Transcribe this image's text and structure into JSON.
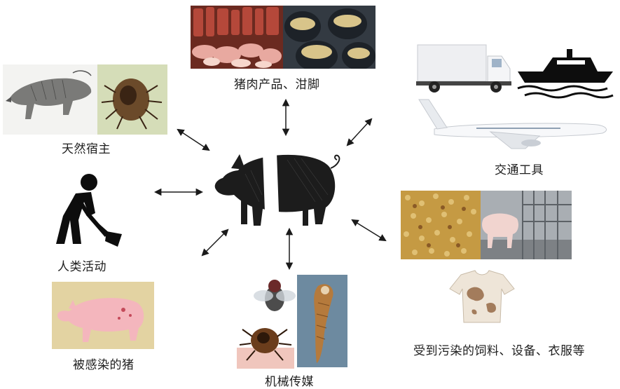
{
  "center": {
    "icon": "pig-icon"
  },
  "nodes": {
    "pork": {
      "label": "猪肉产品、泔脚",
      "icons": [
        "raw-meat-icon",
        "swill-pots-icon"
      ]
    },
    "wild": {
      "label": "天然宿主",
      "icons": [
        "wild-boar-icon",
        "tick-icon"
      ]
    },
    "transport": {
      "label": "交通工具",
      "icons": [
        "truck-icon",
        "boat-icon",
        "airplane-icon"
      ]
    },
    "human": {
      "label": "人类活动",
      "icons": [
        "person-shoveling-icon"
      ]
    },
    "feed": {
      "label": "受到污染的饲料、设备、衣服等",
      "icons": [
        "feed-grain-icon",
        "pig-pen-icon",
        "dirty-shirt-icon"
      ]
    },
    "infected": {
      "label": "被感染的猪",
      "icons": [
        "infected-pig-icon"
      ]
    },
    "vector": {
      "label": "机械传媒",
      "icons": [
        "fly-icon",
        "tick-icon",
        "leech-icon"
      ]
    }
  },
  "colors": {
    "arrow": "#1a1a1a",
    "silhouette": "#111111",
    "infected_pig": "#f4b8c0",
    "panel_bg": "#e4d6a8"
  }
}
